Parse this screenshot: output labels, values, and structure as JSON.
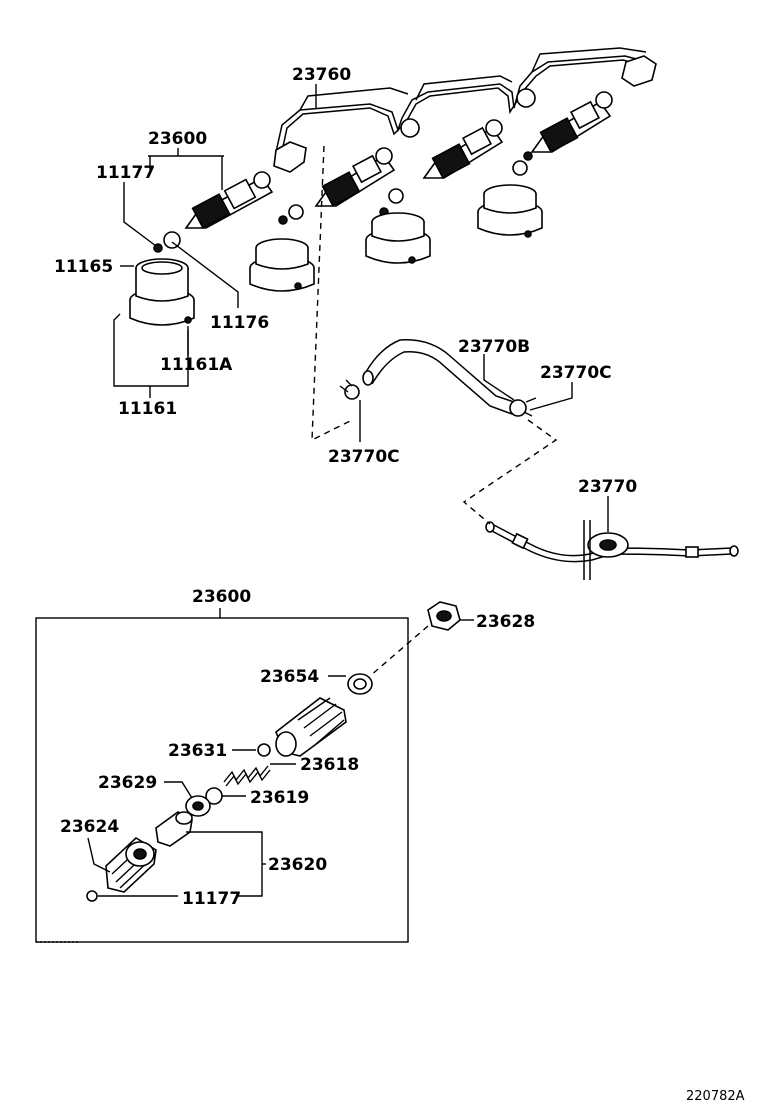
{
  "labels": {
    "fuel_pipe": "23760",
    "injector_assy_top": "23600",
    "gasket_small_top": "11177",
    "gasket_ring": "11176",
    "holder_ring": "11165",
    "holder_assy": "11161",
    "holder_sub": "11161A",
    "hose": "23770B",
    "clip_right": "23770C",
    "clip_left": "23770C",
    "leak_pipe": "23770",
    "injector_assy_box": "23600",
    "nut": "23628",
    "washer": "23654",
    "pin": "23631",
    "spring": "23618",
    "seat": "23619",
    "spacer": "23629",
    "nozzle_holder_body": "23624",
    "nozzle": "23620",
    "gasket_small_bottom": "11177"
  },
  "footer_code": "220782A"
}
